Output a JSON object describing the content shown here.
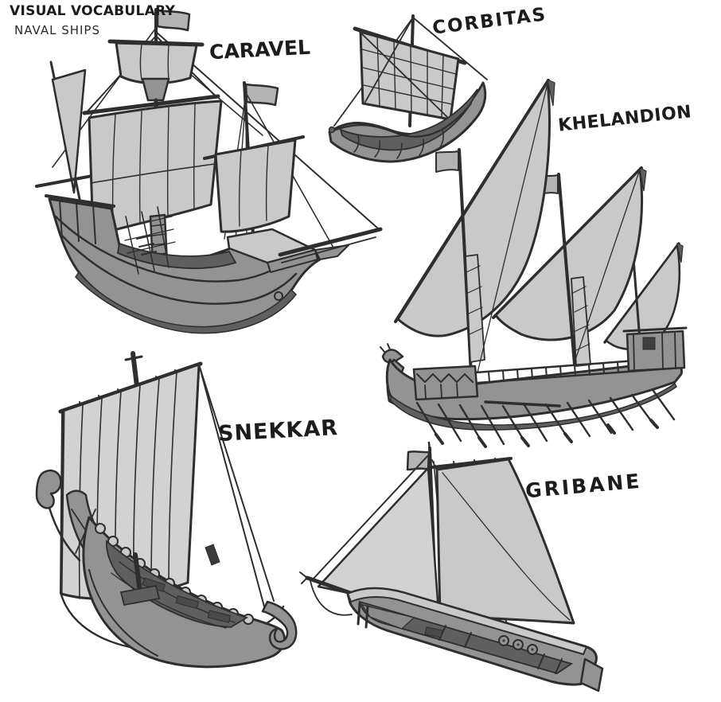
{
  "sheet": {
    "title": "VISUAL VOCABULARY",
    "subtitle": "NAVAL SHIPS"
  },
  "ships": [
    {
      "id": "caravel",
      "name": "CARAVEL"
    },
    {
      "id": "corbitas",
      "name": "CORBITAS"
    },
    {
      "id": "khelandion",
      "name": "KHELANDION"
    },
    {
      "id": "snekkar",
      "name": "SNEKKAR"
    },
    {
      "id": "gribane",
      "name": "GRIBANE"
    }
  ],
  "style": {
    "background": "#ffffff",
    "ink": "#2e2e2e",
    "sail_fill": "#c9c9c9",
    "sail_light": "#d2d2d2",
    "hull_fill": "#939393",
    "hull_dark": "#5f5f5f",
    "flag_fill": "#b3b3b3",
    "label_color": "#1c1c1c"
  }
}
